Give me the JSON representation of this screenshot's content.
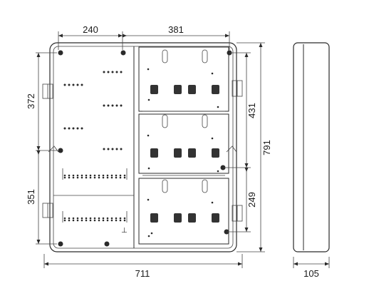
{
  "dimensions": {
    "left_zone_width": "240",
    "right_zone_width": "381",
    "overall_width": "711",
    "overall_height": "791",
    "upper_left_height": "372",
    "lower_left_height": "351",
    "upper_right_height": "431",
    "lower_right_height": "249",
    "depth": "105"
  },
  "icons": {
    "mounting_hole": "circle-dot",
    "terminal": "small-dot",
    "meter_slot": "rounded-rect",
    "clip": "bracket"
  },
  "colors": {
    "line": "#2a2a2a",
    "background": "#ffffff",
    "meter_slot": "#333333"
  }
}
